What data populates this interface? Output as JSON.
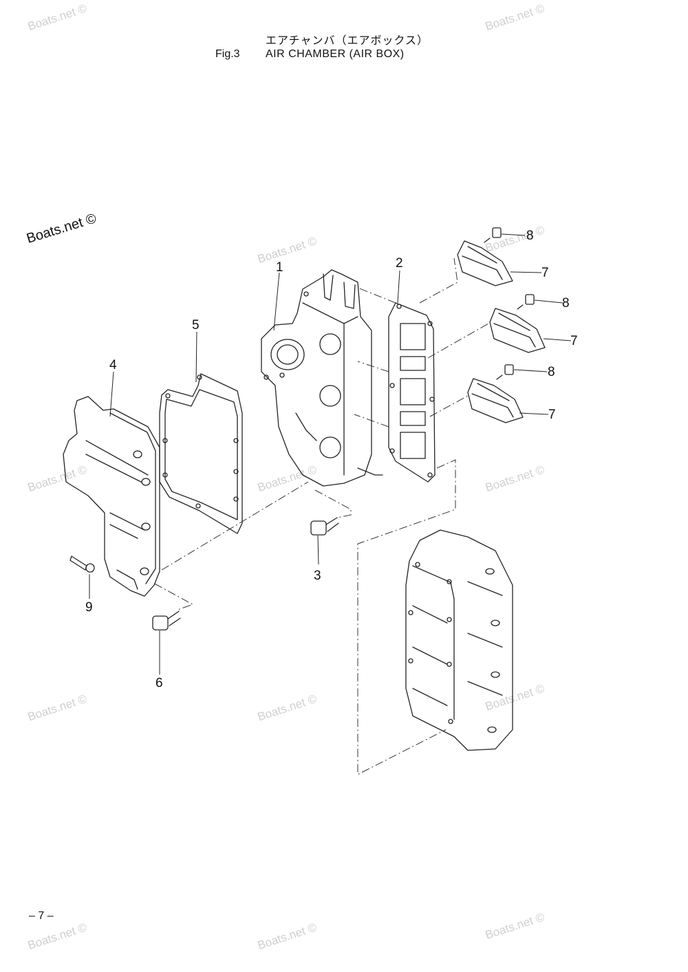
{
  "header": {
    "title_jp": "エアチャンバ（エアボックス）",
    "figure_number": "Fig.3",
    "title_en": "AIR CHAMBER (AIR BOX)"
  },
  "brand_mark": "Boats.net ©",
  "watermark_text": "Boats.net ©",
  "page_number": "– 7 –",
  "callouts": {
    "c1": "1",
    "c2": "2",
    "c3": "3",
    "c4": "4",
    "c5": "5",
    "c6": "6",
    "c7a": "7",
    "c7b": "7",
    "c7c": "7",
    "c8a": "8",
    "c8b": "8",
    "c8c": "8",
    "c9": "9"
  }
}
